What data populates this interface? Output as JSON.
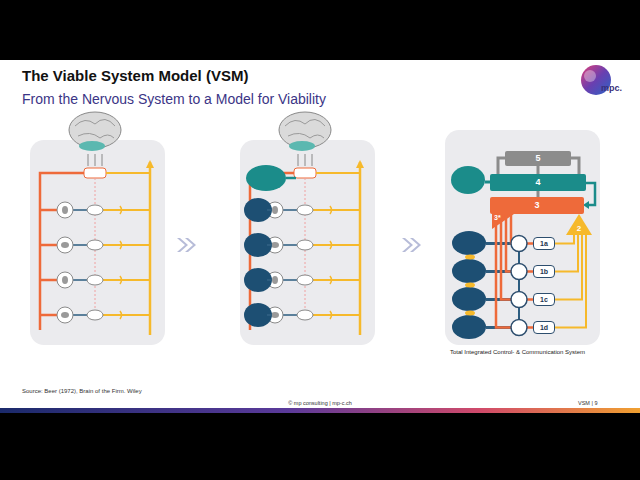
{
  "diagram": {
    "title": "The Viable System Model (VSM)",
    "caption": "Total Integrated Control- & Communication System",
    "nodes": [
      {
        "text": [
          "5"
        ]
      },
      {
        "text": [
          "4"
        ]
      },
      {
        "text": [
          "3"
        ]
      },
      {
        "text": [
          "2"
        ]
      },
      {
        "text": [
          "1a"
        ]
      },
      {
        "text": [
          "1b"
        ]
      },
      {
        "text": [
          "1c"
        ]
      },
      {
        "text": [
          "1d"
        ]
      }
    ],
    "edges": [
      {
        "from": 0,
        "to": 1,
        "arrow": "none"
      },
      {
        "from": 1,
        "to": 2,
        "arrow": "none"
      },
      {
        "from": 2,
        "to": 4,
        "arrow": "none"
      },
      {
        "from": 2,
        "to": 5,
        "arrow": "none"
      },
      {
        "from": 2,
        "to": 6,
        "arrow": "none"
      },
      {
        "from": 2,
        "to": 7,
        "arrow": "none"
      },
      {
        "from": 3,
        "to": 4,
        "arrow": "none"
      },
      {
        "from": 3,
        "to": 5,
        "arrow": "none"
      },
      {
        "from": 3,
        "to": 6,
        "arrow": "none"
      },
      {
        "from": 3,
        "to": 7,
        "arrow": "none"
      }
    ],
    "labels": [
      "From the Nervous System to a Model for Viability",
      "3*",
      "mpc.",
      "Source: Beer (1972), Brain of the Firm. Wiley",
      "© mp consulting | mp-c.ch",
      "VSM | 9"
    ]
  }
}
